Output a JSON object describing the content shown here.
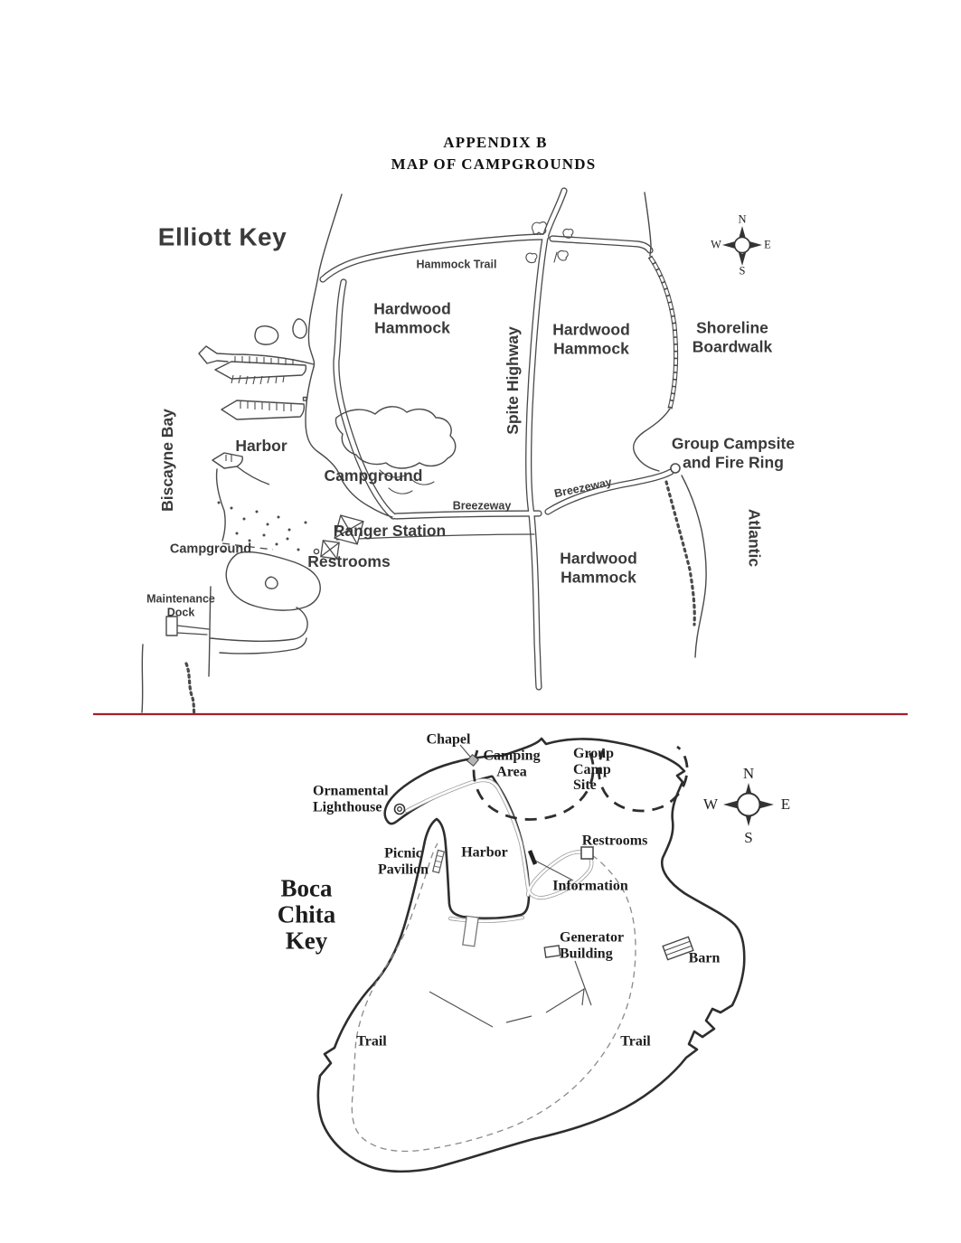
{
  "page": {
    "title_line1": "APPENDIX B",
    "title_line2": "MAP OF CAMPGROUNDS",
    "divider_color": "#a32026",
    "line_color": "#4a4a4a",
    "island_outline_color": "#2e2e2e"
  },
  "compass": {
    "n": "N",
    "e": "E",
    "s": "S",
    "w": "W"
  },
  "elliott_key": {
    "title": "Elliott Key",
    "labels": {
      "hammock_trail": "Hammock Trail",
      "hardwood_hammock_1": "Hardwood\nHammock",
      "spite_highway": "Spite Highway",
      "hardwood_hammock_2": "Hardwood\nHammock",
      "shoreline_boardwalk": "Shoreline\nBoardwalk",
      "biscayne_bay": "Biscayne Bay",
      "harbor": "Harbor",
      "campground_upper": "Campground",
      "breezeway_west": "Breezeway",
      "breezeway_east": "Breezeway",
      "ranger_station": "Ranger Station",
      "campground_lower": "Campground",
      "restrooms": "Restrooms",
      "group_campsite": "Group Campsite\nand Fire Ring",
      "atlantic": "Atlantic",
      "hardwood_hammock_3": "Hardwood\nHammock",
      "maintenance_dock": "Maintenance\nDock"
    }
  },
  "boca_chita": {
    "title": "Boca\nChita\nKey",
    "labels": {
      "chapel": "Chapel",
      "camping_area": "Camping\nArea",
      "group_camp_site": "Group\nCamp\nSite",
      "ornamental_lighthouse": "Ornamental\nLighthouse",
      "picnic_pavilion": "Picnic\nPavilion",
      "harbor": "Harbor",
      "restrooms": "Restrooms",
      "information": "Information",
      "generator_building": "Generator\nBuilding",
      "barn": "Barn",
      "trail_west": "Trail",
      "trail_east": "Trail"
    }
  }
}
